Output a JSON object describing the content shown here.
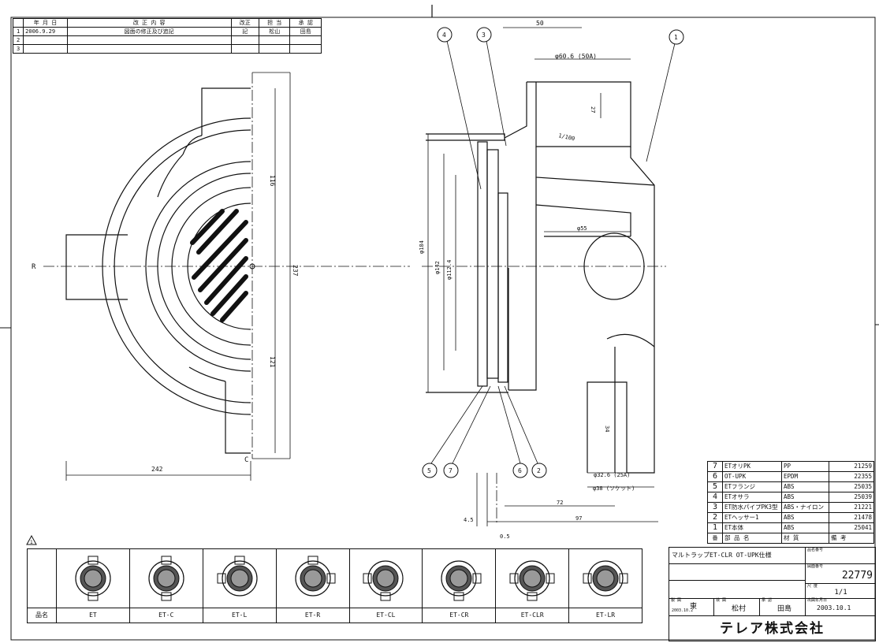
{
  "revisions": {
    "headers": [
      "年 月 日",
      "改 正 内 容",
      "改正",
      "担 当",
      "承 認"
    ],
    "rows": [
      {
        "no": "1",
        "date": "2006.9.29",
        "content": "図面の修正及び追記",
        "rev": "記",
        "by": "松山",
        "approved": "田島"
      },
      {
        "no": "2",
        "date": "",
        "content": "",
        "rev": "",
        "by": "",
        "approved": ""
      },
      {
        "no": "3",
        "date": "",
        "content": "",
        "rev": "",
        "by": "",
        "approved": ""
      }
    ]
  },
  "dimensions": {
    "top_50": "50",
    "phi_60_6": "φ60.6 (50A)",
    "d_27": "27",
    "slope": "1/100",
    "phi_55": "φ55",
    "phi_184": "φ184",
    "phi_142": "φ142",
    "phi_112_4": "φ112.4",
    "d_116": "116",
    "d_121": "121",
    "d_237": "237",
    "d_242": "242",
    "d_34": "34",
    "phi_32_6": "φ32.6 (25A)",
    "phi_38": "φ38 (ソケット)",
    "d_72": "72",
    "d_97": "97",
    "d_4_5": "4.5",
    "d_0_5": "0.5",
    "center_r": "R",
    "center_c": "C"
  },
  "balloons": [
    "4",
    "3",
    "1",
    "5",
    "7",
    "6",
    "2"
  ],
  "parts": {
    "headers": [
      "番",
      "部 品 名",
      "材 質",
      "備 考"
    ],
    "rows": [
      {
        "no": "7",
        "name": "ETオリPK",
        "material": "PP",
        "code": "21259"
      },
      {
        "no": "6",
        "name": "OT-UPK",
        "material": "EPDM",
        "code": "22355"
      },
      {
        "no": "5",
        "name": "ETフランジ",
        "material": "ABS",
        "code": "25035"
      },
      {
        "no": "4",
        "name": "ETオサラ",
        "material": "ABS",
        "code": "25039"
      },
      {
        "no": "3",
        "name": "ET防水パイプPK3型",
        "material": "ABS・ナイロン",
        "code": "21221"
      },
      {
        "no": "2",
        "name": "ETヘッサー1",
        "material": "ABS",
        "code": "21478"
      },
      {
        "no": "1",
        "name": "ET本体",
        "material": "ABS",
        "code": "25041"
      }
    ]
  },
  "variants": {
    "label": "品名",
    "names": [
      "ET",
      "ET-C",
      "ET-L",
      "ET-R",
      "ET-CL",
      "ET-CR",
      "ET-CLR",
      "ET-LR"
    ]
  },
  "triangle_mark": "1",
  "title_block": {
    "product": "マルトラップET-CLR OT-UPK仕様",
    "drawing_no_label": "図面番号",
    "drawing_no": "22779",
    "scale_label": "尺 度",
    "scale": "1/1",
    "sheet_label": "品名番号",
    "drafted_label": "製 図",
    "drafted_by": "東",
    "drafted_date": "2003.10.2",
    "checked_label": "検 図",
    "checked_by": "松村",
    "approved_label": "承 認",
    "approved_by": "田島",
    "date_label": "出図年月日",
    "date": "2003.10.1",
    "company": "テレア株式会社"
  }
}
